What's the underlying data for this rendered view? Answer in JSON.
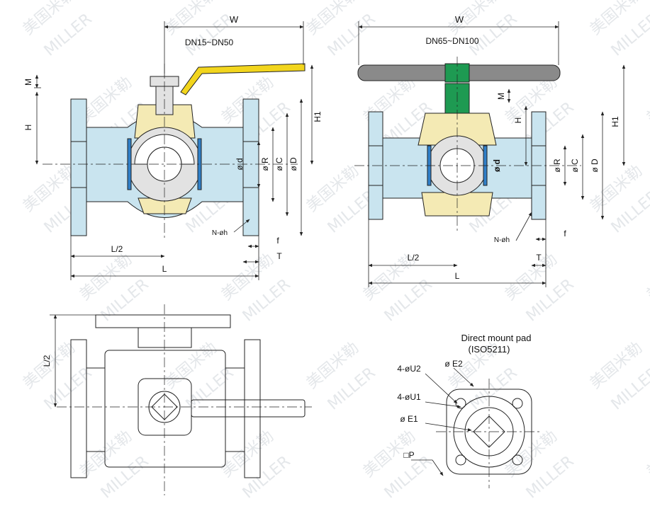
{
  "watermark": {
    "cn": "美国米勒",
    "en": "MILLER"
  },
  "front_small": {
    "size_range": "DN15~DN50",
    "dims": {
      "w": "W",
      "m": "M",
      "h": "H",
      "h1": "H1",
      "d_bore": "ø d",
      "r": "ø R",
      "c": "ø C",
      "d_flange": "ø D",
      "holes": "N-øh",
      "f": "f",
      "t": "T",
      "half_l": "L/2",
      "l": "L"
    }
  },
  "front_large": {
    "size_range": "DN65~DN100",
    "dims": {
      "w": "W",
      "m": "M",
      "h": "H",
      "h1": "H1",
      "d_bore": "ø d",
      "r": "ø R",
      "c": "ø C",
      "d_flange": "ø D",
      "holes": "N-øh",
      "f": "f",
      "t": "T",
      "half_l": "L/2",
      "l": "L"
    }
  },
  "top_view": {
    "half_l": "L/2"
  },
  "mount_pad": {
    "title": "Direct mount pad",
    "standard": "(ISO5211)",
    "e2": "ø E2",
    "u2": "4-øU2",
    "u1": "4-øU1",
    "e1": "ø E1",
    "p": "□P"
  },
  "colors": {
    "body_fill": "#c9e4ef",
    "bonnet_fill": "#f4eab4",
    "ball_fill": "#e2e2e2",
    "seal_fill": "#2f7fc8",
    "handle_yellow": "#f2d51d",
    "handle_green": "#1e9a52",
    "handwheel_grey": "#8a8a8a",
    "line": "#222222"
  }
}
